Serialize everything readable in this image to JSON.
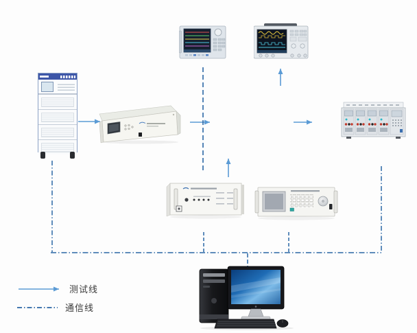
{
  "legend": {
    "test_line_label": "测试线",
    "comm_line_label": "通信线"
  },
  "colors": {
    "test_line": "#5b9bd5",
    "comm_line": "#2a66a5",
    "background": "#fdfdfd"
  },
  "diagram": {
    "nodes": [
      {
        "id": "rack-cabinet",
        "kind": "power-supply-rack-cabinet"
      },
      {
        "id": "rackmount-source",
        "kind": "rackmount-instrument"
      },
      {
        "id": "power-analyzer",
        "kind": "power-analyzer-with-color-traces"
      },
      {
        "id": "oscilloscope",
        "kind": "digital-oscilloscope"
      },
      {
        "id": "electronic-load",
        "kind": "modular-electronic-load-mainframe"
      },
      {
        "id": "system-control-unit",
        "kind": "rackmount-control-unit"
      },
      {
        "id": "bench-instrument",
        "kind": "bench-instrument-with-keypad-and-knob"
      },
      {
        "id": "computer",
        "kind": "desktop-computer-with-monitor-keyboard-mouse"
      }
    ],
    "edges": [
      {
        "from": "rack-cabinet",
        "to": "rackmount-source",
        "type": "test"
      },
      {
        "from": "rackmount-source",
        "to": "center-area",
        "type": "test"
      },
      {
        "from": "center-area",
        "to": "electronic-load",
        "type": "test"
      },
      {
        "from": "center-area",
        "to": "oscilloscope",
        "type": "test"
      },
      {
        "from": "system-control-unit",
        "to": "center-area",
        "type": "test"
      },
      {
        "from": "power-analyzer",
        "to": "system-control-unit",
        "type": "comm"
      },
      {
        "from": "rack-cabinet",
        "to": "comm-bus",
        "type": "comm"
      },
      {
        "from": "system-control-unit",
        "to": "comm-bus",
        "type": "comm"
      },
      {
        "from": "bench-instrument",
        "to": "comm-bus",
        "type": "comm"
      },
      {
        "from": "electronic-load",
        "to": "comm-bus",
        "type": "comm"
      },
      {
        "from": "computer",
        "to": "comm-bus",
        "type": "comm"
      }
    ]
  }
}
